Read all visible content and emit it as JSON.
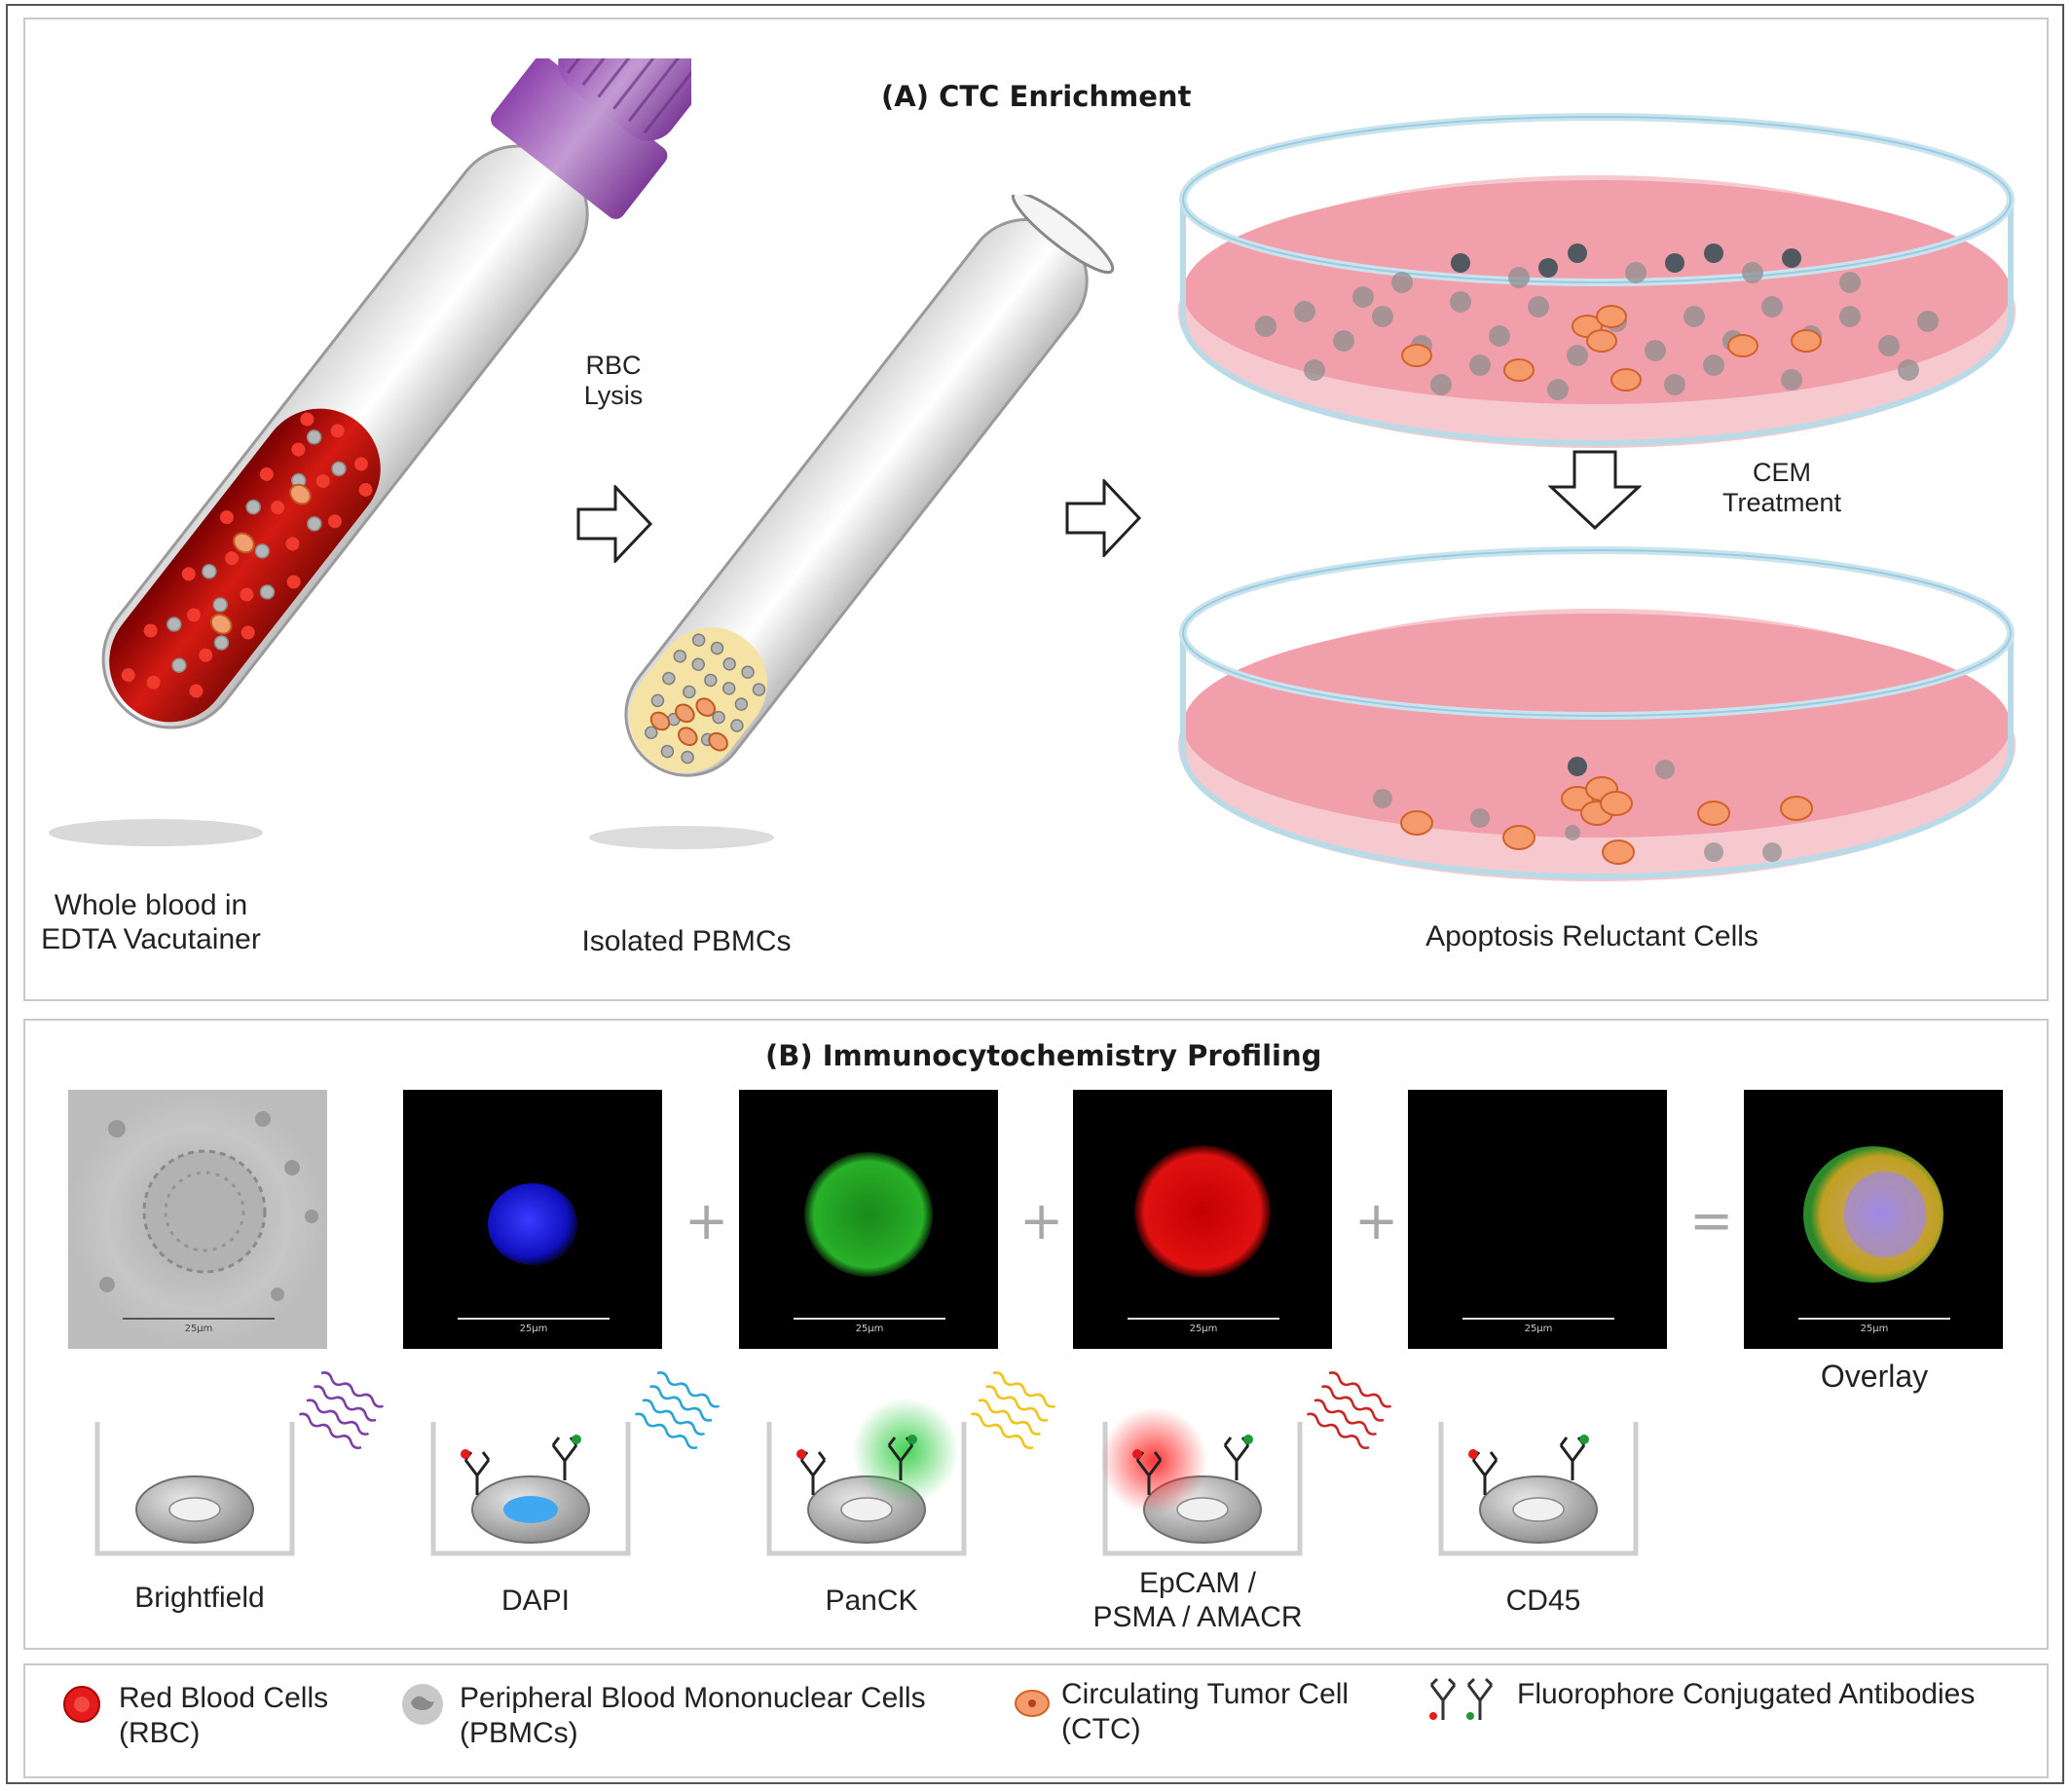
{
  "panel_a": {
    "title_letter": "(A)",
    "title_text": "CTC Enrichment",
    "step1_label": "Whole blood in\nEDTA Vacutainer",
    "arrow1_label": "RBC\nLysis",
    "step2_label": "Isolated PBMCs",
    "dish_arrow_label": "CEM\nTreatment",
    "step3_label": "Apoptosis Reluctant Cells"
  },
  "panel_b": {
    "title_letter": "(B)",
    "title_text": "Immunocytochemistry Profiling",
    "scale_bar_text": "25µm",
    "operators": [
      "+",
      "+",
      "+",
      "="
    ],
    "overlay_label": "Overlay",
    "channels": [
      {
        "label": "Brightfield",
        "light_color": ""
      },
      {
        "label": "DAPI",
        "light_color": "#7b3fa6"
      },
      {
        "label": "PanCK",
        "light_color": "#2aa3d6"
      },
      {
        "label": "EpCAM /\nPSMA / AMACR",
        "light_color": "#f0c419"
      },
      {
        "label": "CD45",
        "light_color": "#c62828"
      }
    ]
  },
  "legend": {
    "rbc": "Red Blood Cells\n(RBC)",
    "pbmc": "Peripheral Blood Mononuclear Cells\n(PBMCs)",
    "ctc": "Circulating Tumor Cell\n(CTC)",
    "antibody": "Fluorophore Conjugated Antibodies"
  },
  "colors": {
    "rbc": "#e41b1b",
    "ctc": "#f0a070",
    "pbmc": "#9a9a9a",
    "cap": "#9b59b6",
    "medium": "#f2a7b2"
  }
}
